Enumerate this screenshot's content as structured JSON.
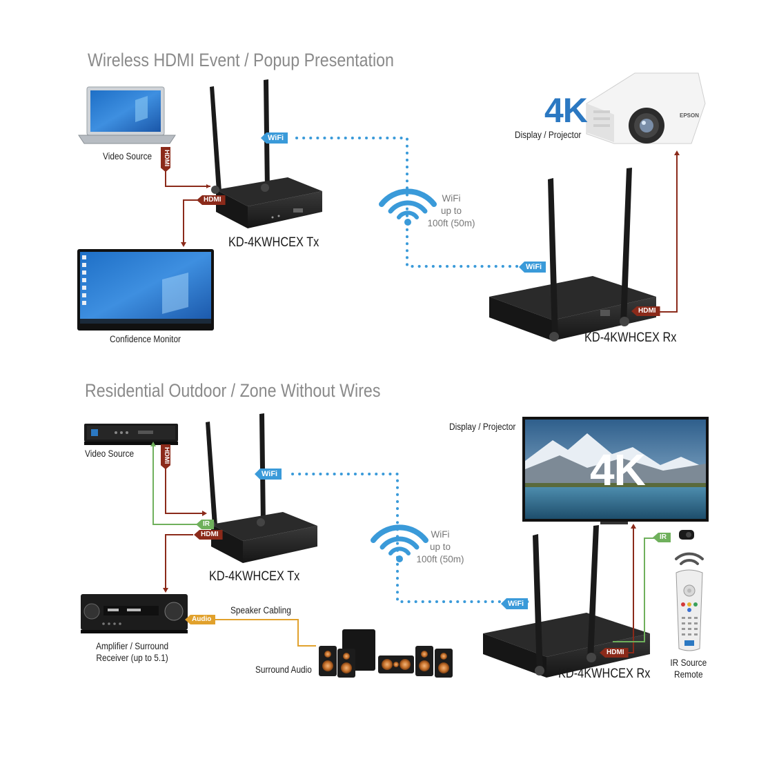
{
  "sections": {
    "top_title": "Wireless HDMI Event / Popup Presentation",
    "bottom_title": "Residential Outdoor / Zone Without Wires"
  },
  "top": {
    "video_source": "Video Source",
    "confidence_monitor": "Confidence Monitor",
    "tx_label": "KD-4KWHCEX Tx",
    "rx_label": "KD-4KWHCEX Rx",
    "display_label": "Display / Projector",
    "badge_4k": "4K",
    "projector_brand": "EPSON",
    "wifi_range": [
      "WiFi",
      "up to",
      "100ft (50m)"
    ]
  },
  "bottom": {
    "video_source": "Video Source",
    "amplifier": [
      "Amplifier / Surround",
      "Receiver (up to 5.1)"
    ],
    "speaker_cabling": "Speaker Cabling",
    "surround_audio": "Surround Audio",
    "tx_label": "KD-4KWHCEX Tx",
    "rx_label": "KD-4KWHCEX Rx",
    "display_label": "Display / Projector",
    "badge_4k": "4K",
    "ir_remote": [
      "IR Source",
      "Remote"
    ],
    "wifi_range": [
      "WiFi",
      "up to",
      "100ft (50m)"
    ]
  },
  "tags": {
    "wifi": "WiFi",
    "hdmi": "HDMI",
    "ir": "IR",
    "audio": "Audio"
  },
  "colors": {
    "wifi": "#3a9ad9",
    "hdmi": "#8b2a1a",
    "ir": "#6fb05c",
    "audio": "#e1a12c",
    "title_gray": "#8a8a8a",
    "accent_4k": "#2b78c2"
  }
}
